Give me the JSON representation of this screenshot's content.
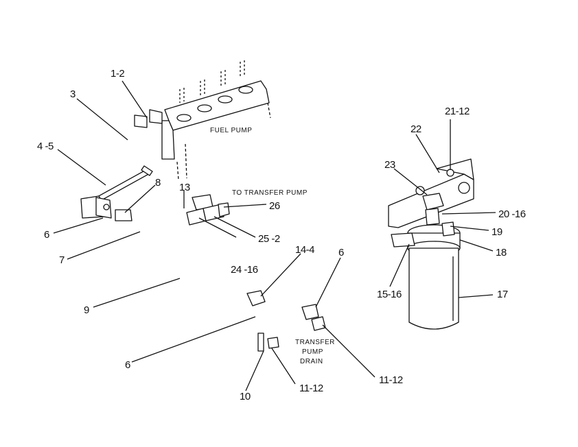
{
  "notes": {
    "fuel_pump": "FUEL PUMP",
    "to_transfer_pump": "TO TRANSFER PUMP",
    "transfer_line1": "TRANSFER",
    "transfer_line2": "PUMP",
    "transfer_line3": "DRAIN"
  },
  "callouts": {
    "c1_2": "1-2",
    "c3": "3",
    "c4_5": "4 -5",
    "c6_left": "6",
    "c7": "7",
    "c8": "8",
    "c9": "9",
    "c6_bottom": "6",
    "c10": "10",
    "c11_12_a": "11-12",
    "c11_12_b": "11-12",
    "c13": "13",
    "c14_4": "14-4",
    "c6_right": "6",
    "c15_16": "15-16",
    "c17": "17",
    "c18": "18",
    "c19": "19",
    "c20_16": "20 -16",
    "c21_12": "21-12",
    "c22": "22",
    "c23": "23",
    "c24_16": "24 -16",
    "c25_2": "25 -2",
    "c26": "26"
  }
}
